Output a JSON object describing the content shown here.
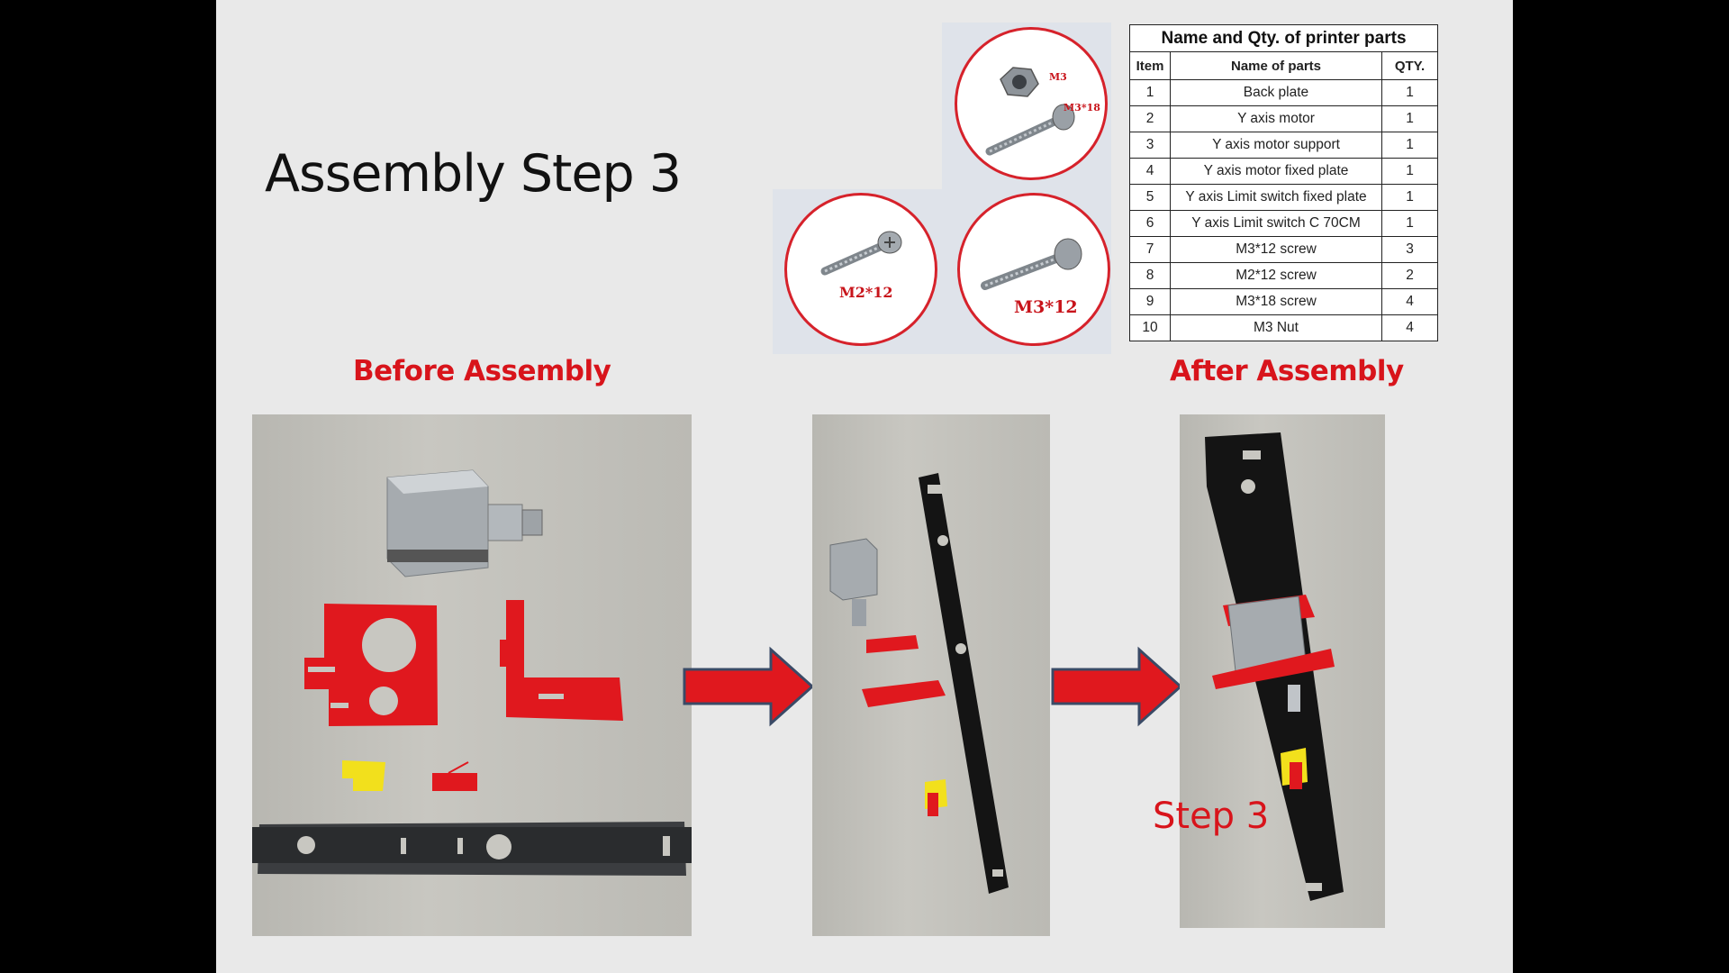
{
  "slide": {
    "title": "Assembly Step 3",
    "before_label": "Before Assembly",
    "after_label": "After Assembly",
    "step_label": "Step 3"
  },
  "parts_images": {
    "nut_label": "M3",
    "screw18_label": "M3*18",
    "m2_label": "M2*12",
    "m3_label": "M3*12"
  },
  "parts_table": {
    "caption": "Name and Qty. of printer parts",
    "headers": [
      "Item",
      "Name of parts",
      "QTY."
    ],
    "rows": [
      [
        "1",
        "Back plate",
        "1"
      ],
      [
        "2",
        "Y axis motor",
        "1"
      ],
      [
        "3",
        "Y axis motor support",
        "1"
      ],
      [
        "4",
        "Y axis motor fixed plate",
        "1"
      ],
      [
        "5",
        "Y axis Limit switch fixed plate",
        "1"
      ],
      [
        "6",
        "Y axis Limit switch C 70CM",
        "1"
      ],
      [
        "7",
        "M3*12 screw",
        "3"
      ],
      [
        "8",
        "M2*12 screw",
        "2"
      ],
      [
        "9",
        "M3*18 screw",
        "4"
      ],
      [
        "10",
        "M3 Nut",
        "4"
      ]
    ]
  },
  "colors": {
    "accent_red": "#d8141b",
    "part_red": "#e0181e",
    "arrow_blue": "#3a4a66",
    "plate_black": "#141414",
    "switch_yellow": "#f2e01c"
  }
}
